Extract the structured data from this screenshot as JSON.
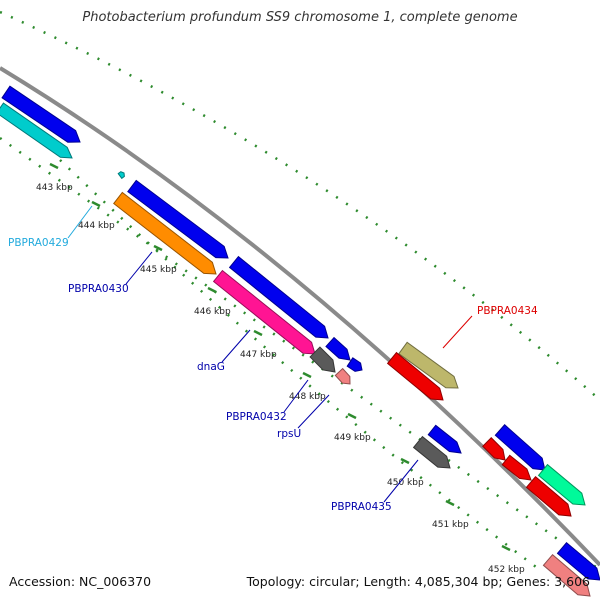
{
  "title": "Photobacterium profundum SS9 chromosome 1, complete genome",
  "accession_label": "Accession: NC_006370",
  "topology_label": "Topology: circular; Length: 4,085,304 bp; Genes: 3,606",
  "colors": {
    "backbone": "#8a8a8a",
    "tick": "#2e8b2e",
    "blue": "#0000ee",
    "cyan": "#00cccc",
    "orange": "#ff8c00",
    "magenta": "#ff1493",
    "gray": "#5a5a5a",
    "salmon": "#f08080",
    "olive": "#bdb76b",
    "red": "#ee0000",
    "mint": "#00fa9a"
  },
  "tick_labels": [
    "443 kbp",
    "444 kbp",
    "445 kbp",
    "446 kbp",
    "447 kbp",
    "448 kbp",
    "449 kbp",
    "450 kbp",
    "451 kbp",
    "452 kbp"
  ],
  "genes": [
    {
      "label": "PBPRA0429",
      "color": "cyan"
    },
    {
      "label": "PBPRA0430",
      "color": "orange"
    },
    {
      "label": "dnaG",
      "color": "magenta"
    },
    {
      "label": "PBPRA0432",
      "color": "gray"
    },
    {
      "label": "rpsU",
      "color": "salmon"
    },
    {
      "label": "PBPRA0434",
      "color": "olive"
    },
    {
      "label": "PBPRA0435",
      "color": "gray"
    }
  ],
  "label_colors": {
    "PBPRA0429": "#22aadd",
    "PBPRA0430": "#0000aa",
    "dnaG": "#0000aa",
    "PBPRA0432": "#0000aa",
    "rpsU": "#0000aa",
    "PBPRA0434": "#dd0000",
    "PBPRA0435": "#0000aa"
  }
}
